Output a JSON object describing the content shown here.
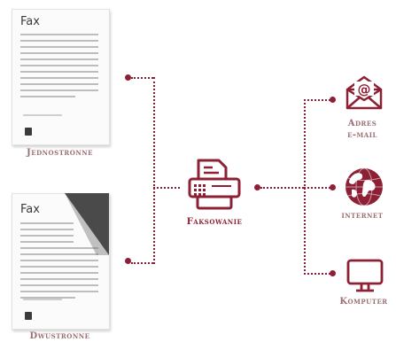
{
  "documents": {
    "single": {
      "title": "Fax",
      "label": "Jednostronne"
    },
    "double": {
      "title": "Fax",
      "label": "Dwustronne"
    }
  },
  "center": {
    "label": "Faksowanie",
    "icon": "fax-machine-icon"
  },
  "outputs": [
    {
      "label_line1": "Adres",
      "label_line2": "e-mail",
      "icon": "envelope-at-icon"
    },
    {
      "label": "internet",
      "icon": "globe-icon"
    },
    {
      "label": "Komputer",
      "icon": "monitor-icon"
    }
  ],
  "colors": {
    "accent": "#8d2034",
    "label": "#9a6f73"
  }
}
